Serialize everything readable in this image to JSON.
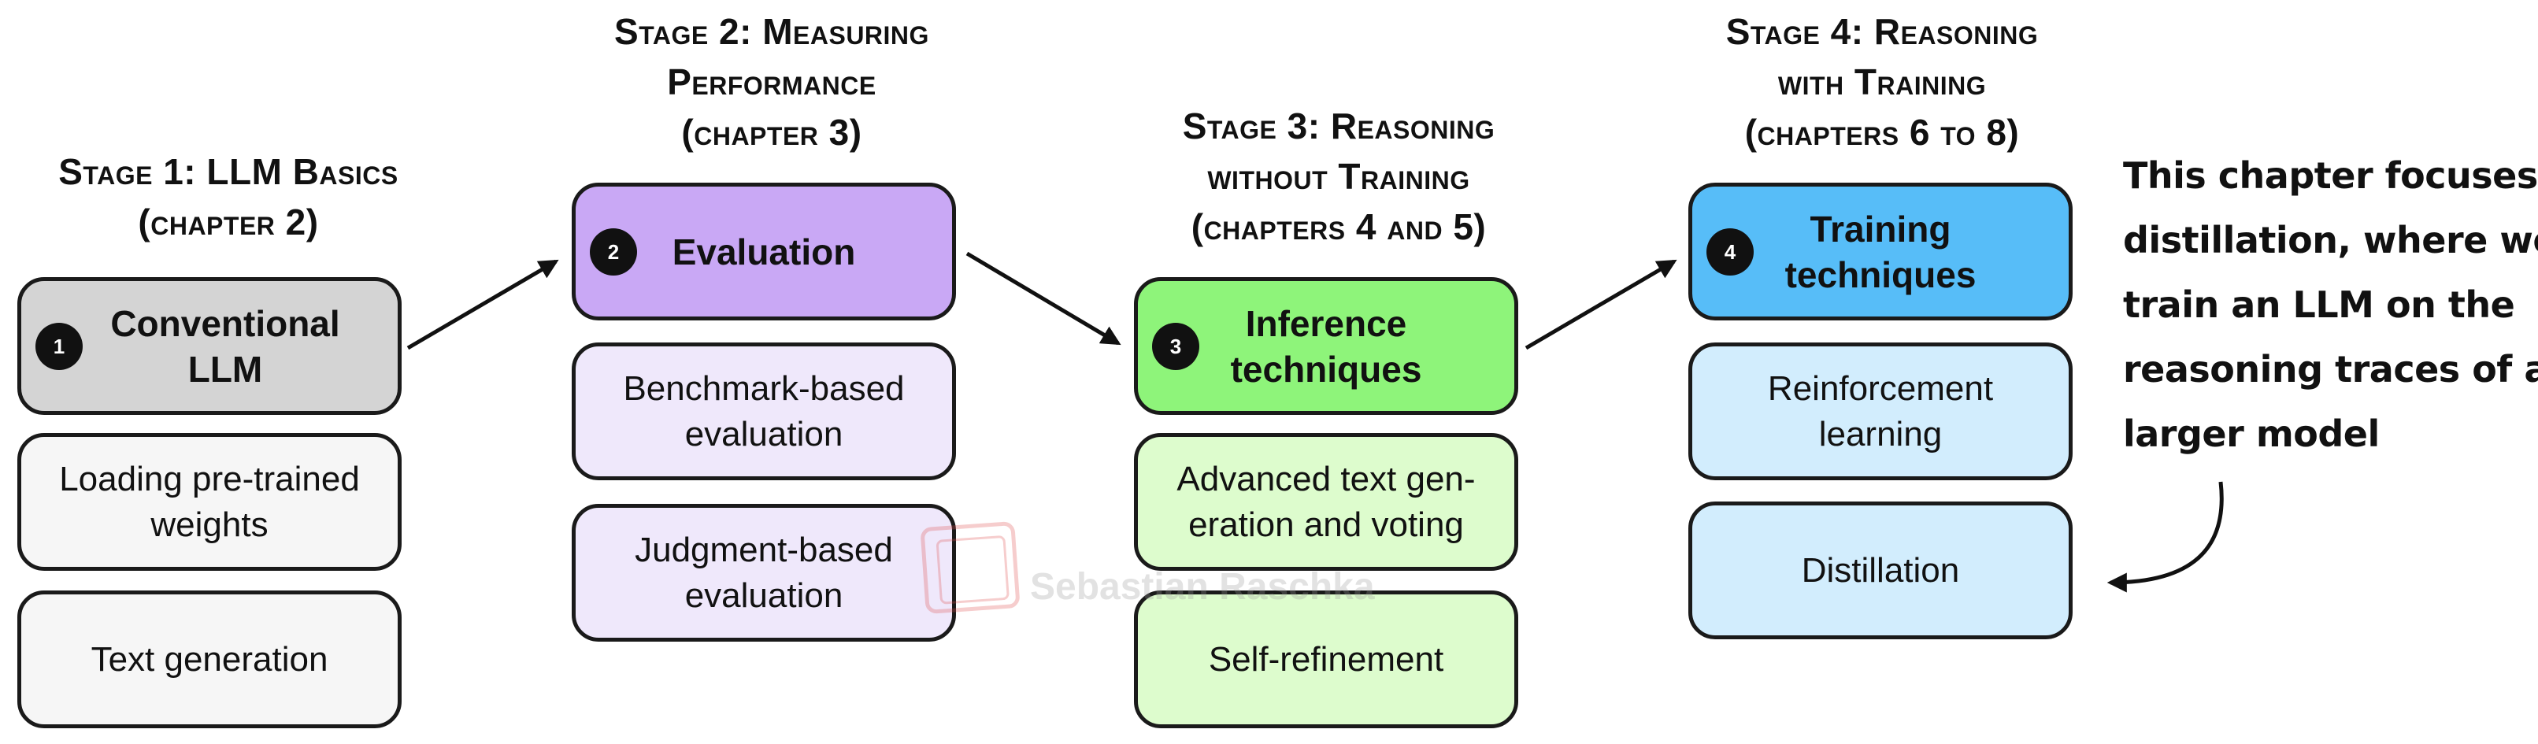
{
  "stages": [
    {
      "title_lines": [
        "Stage 1: LLM Basics",
        "(chapter 2)"
      ],
      "boxes": [
        {
          "badge": "1",
          "label": "Conventional\nLLM"
        },
        {
          "label": "Loading pre-trained\nweights"
        },
        {
          "label": "Text generation"
        }
      ]
    },
    {
      "title_lines": [
        "Stage 2: Measuring",
        "Performance",
        "(chapter 3)"
      ],
      "boxes": [
        {
          "badge": "2",
          "label": "Evaluation"
        },
        {
          "label": "Benchmark-based\nevaluation"
        },
        {
          "label": "Judgment-based\nevaluation"
        }
      ]
    },
    {
      "title_lines": [
        "Stage 3: Reasoning",
        "without Training",
        "(chapters 4 and 5)"
      ],
      "boxes": [
        {
          "badge": "3",
          "label": "Inference\ntechniques"
        },
        {
          "label": "Advanced text gen-\neration and voting"
        },
        {
          "label": "Self-refinement"
        }
      ]
    },
    {
      "title_lines": [
        "Stage 4: Reasoning",
        "with Training",
        "(chapters 6 to 8)"
      ],
      "boxes": [
        {
          "badge": "4",
          "label": "Training\ntechniques"
        },
        {
          "label": "Reinforcement\nlearning"
        },
        {
          "label": "Distillation"
        }
      ]
    }
  ],
  "note": {
    "lines": [
      "This chapter focuses on",
      "distillation, where we",
      "train an LLM on the",
      "reasoning traces of a",
      "larger model"
    ]
  },
  "watermark": {
    "text": "Sebastian Raschka"
  },
  "colors": {
    "stage1_head": "#d4d4d4",
    "stage1_sub": "#f6f6f6",
    "stage2_head": "#c9a8f5",
    "stage2_sub": "#efe8fb",
    "stage3_head": "#8ef47a",
    "stage3_sub": "#ddfccd",
    "stage4_head": "#57bdf8",
    "stage4_sub": "#d2edfd",
    "stroke": "#1a1a1a"
  }
}
